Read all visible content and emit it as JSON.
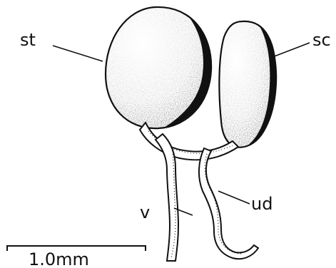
{
  "labels": {
    "st": "st",
    "sc": "sc",
    "ud": "ud",
    "v": "v"
  },
  "scale_bar": {
    "label": "1.0mm"
  },
  "colors": {
    "ink": "#111111",
    "background": "#ffffff"
  }
}
